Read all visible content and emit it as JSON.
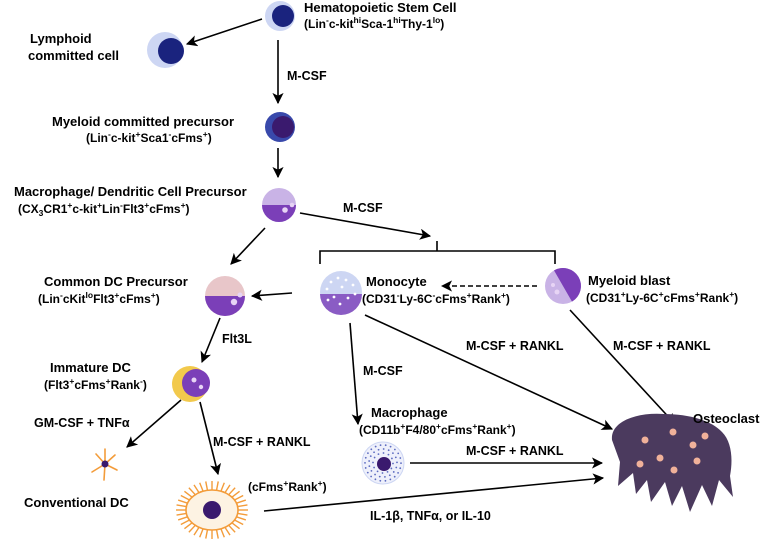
{
  "colors": {
    "dark_purple": "#3a1a6e",
    "mid_purple": "#8a5cc4",
    "light_purple": "#c9b3e6",
    "pale_blue": "#cdd6f3",
    "navy": "#1a237e",
    "pink": "#e8c6c9",
    "yellow": "#f2c94c",
    "orange": "#f39c3a",
    "osteoclast": "#4b3a5e",
    "nuclei": "#f0b19a"
  },
  "nodes": {
    "hsc": {
      "name": "Hematopoietic Stem Cell",
      "marker": [
        {
          "t": "(Lin"
        },
        {
          "t": "-",
          "sup": true
        },
        {
          "t": "c-kit"
        },
        {
          "t": "hi",
          "sup": true
        },
        {
          "t": "Sca-1"
        },
        {
          "t": "hi",
          "sup": true
        },
        {
          "t": "Thy-1"
        },
        {
          "t": "lo",
          "sup": true
        },
        {
          "t": ")"
        }
      ]
    },
    "lymphoid": {
      "name_line1": "Lymphoid",
      "name_line2": "committed cell"
    },
    "myeloid_precursor": {
      "name": "Myeloid committed precursor",
      "marker": [
        {
          "t": "(Lin"
        },
        {
          "t": "-",
          "sup": true
        },
        {
          "t": "c-kit"
        },
        {
          "t": "+",
          "sup": true
        },
        {
          "t": "Sca1"
        },
        {
          "t": "-",
          "sup": true
        },
        {
          "t": "cFms"
        },
        {
          "t": "+",
          "sup": true
        },
        {
          "t": ")"
        }
      ]
    },
    "mdp": {
      "name": "Macrophage/ Dendritic Cell Precursor",
      "marker": [
        {
          "t": "(CX"
        },
        {
          "t": "3",
          "sub": true
        },
        {
          "t": "CR1"
        },
        {
          "t": "+",
          "sup": true
        },
        {
          "t": "c-kit"
        },
        {
          "t": "+",
          "sup": true
        },
        {
          "t": "Lin"
        },
        {
          "t": "-",
          "sup": true
        },
        {
          "t": "Flt3"
        },
        {
          "t": "+",
          "sup": true
        },
        {
          "t": "cFms"
        },
        {
          "t": "+",
          "sup": true
        },
        {
          "t": ")"
        }
      ]
    },
    "cdp": {
      "name": "Common DC Precursor",
      "marker": [
        {
          "t": "(Lin"
        },
        {
          "t": "-",
          "sup": true
        },
        {
          "t": "cKit"
        },
        {
          "t": "lo",
          "sup": true
        },
        {
          "t": "Flt3"
        },
        {
          "t": "+",
          "sup": true
        },
        {
          "t": "cFms"
        },
        {
          "t": "+",
          "sup": true
        },
        {
          "t": ")"
        }
      ]
    },
    "monocyte": {
      "name": "Monocyte",
      "marker": [
        {
          "t": "(CD31"
        },
        {
          "t": "-",
          "sup": true
        },
        {
          "t": "Ly-6C"
        },
        {
          "t": "-",
          "sup": true
        },
        {
          "t": "cFms"
        },
        {
          "t": "+",
          "sup": true
        },
        {
          "t": "Rank"
        },
        {
          "t": "+",
          "sup": true
        },
        {
          "t": ")"
        }
      ]
    },
    "myeloid_blast": {
      "name": "Myeloid blast",
      "marker": [
        {
          "t": "(CD31"
        },
        {
          "t": "+",
          "sup": true
        },
        {
          "t": "Ly-6C"
        },
        {
          "t": "+",
          "sup": true
        },
        {
          "t": "cFms"
        },
        {
          "t": "+",
          "sup": true
        },
        {
          "t": "Rank"
        },
        {
          "t": "+",
          "sup": true
        },
        {
          "t": ")"
        }
      ]
    },
    "immature_dc": {
      "name": "Immature DC",
      "marker": [
        {
          "t": "(Flt3"
        },
        {
          "t": "+",
          "sup": true
        },
        {
          "t": "cFms"
        },
        {
          "t": "+",
          "sup": true
        },
        {
          "t": "Rank"
        },
        {
          "t": "-",
          "sup": true
        },
        {
          "t": ")"
        }
      ]
    },
    "macrophage": {
      "name": "Macrophage",
      "marker": [
        {
          "t": "(CD11b"
        },
        {
          "t": "+",
          "sup": true
        },
        {
          "t": "F4/80"
        },
        {
          "t": "+",
          "sup": true
        },
        {
          "t": "cFms"
        },
        {
          "t": "+",
          "sup": true
        },
        {
          "t": "Rank"
        },
        {
          "t": "+",
          "sup": true
        },
        {
          "t": ")"
        }
      ]
    },
    "osteoclast": {
      "name": "Osteoclast"
    },
    "conventional_dc": {
      "name": "Conventional DC"
    },
    "activated_dc": {
      "marker": [
        {
          "t": "(cFms"
        },
        {
          "t": "+",
          "sup": true
        },
        {
          "t": "Rank"
        },
        {
          "t": "+",
          "sup": true
        },
        {
          "t": ")"
        }
      ]
    }
  },
  "edge_labels": {
    "hsc_to_myeloid": "M-CSF",
    "mdp_to_branch": "M-CSF",
    "cdp_to_immature": "Flt3L",
    "immature_to_conventional": "GM-CSF + TNFα",
    "immature_to_activated": "M-CSF + RANKL",
    "monocyte_to_macrophage": "M-CSF",
    "monocyte_to_osteoclast": "M-CSF + RANKL",
    "blast_to_osteoclast": "M-CSF + RANKL",
    "macrophage_to_osteoclast": "M-CSF + RANKL",
    "activated_to_osteoclast": "IL-1β, TNFα, or IL-10"
  }
}
